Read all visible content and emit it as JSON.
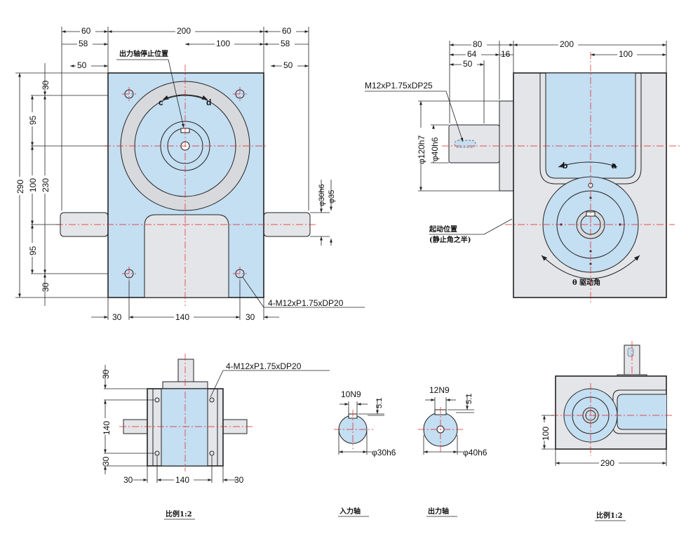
{
  "colors": {
    "blue": "#c4def2",
    "gray": "#e4e5e8",
    "ring": "#d8d9dc",
    "center_line": "#e02020"
  },
  "front": {
    "dim_top": [
      "60",
      "200",
      "60"
    ],
    "dim_58": "58",
    "dim_100": "100",
    "dim_50": "50",
    "stop_label": "出力轴停止位置",
    "arrow_c": "c",
    "arrow_d": "d",
    "left_dims": [
      "290",
      "95",
      "100",
      "230",
      "95",
      "30",
      "30"
    ],
    "right_dims": [
      "φ30h6",
      "φ35"
    ],
    "bottom_dims": [
      "30",
      "140",
      "30"
    ],
    "tap_note": "4-M12xP1.75xDP20"
  },
  "side": {
    "dim_80": "80",
    "dim_64": "64",
    "dim_16": "16",
    "dim_50": "50",
    "dim_200": "200",
    "dim_100": "100",
    "thread_note": "M12xP1.75xDP25",
    "dia_120": "φ120h7",
    "dia_40": "φ40h6",
    "arrow_b": "b",
    "arrow_a": "a",
    "start_label_1": "起动位置",
    "start_label_2": "(静止角之半)",
    "drive_label": "θ 驱动角"
  },
  "top_small": {
    "dims_left": [
      "30",
      "140",
      "30"
    ],
    "dims_bottom": [
      "30",
      "140",
      "30"
    ],
    "tap_note": "4-M12xP1.75xDP20",
    "scale": "比例1:2"
  },
  "input_shaft": {
    "key_width": "10N9",
    "key_depth": "5.1",
    "diameter": "φ30h6",
    "caption": "入力轴"
  },
  "output_shaft": {
    "key_width": "12N9",
    "key_depth": "5.1",
    "diameter": "φ40h6",
    "caption": "出力轴"
  },
  "side_small": {
    "dim_100": "100",
    "dim_290": "290",
    "scale": "比例1:2"
  }
}
